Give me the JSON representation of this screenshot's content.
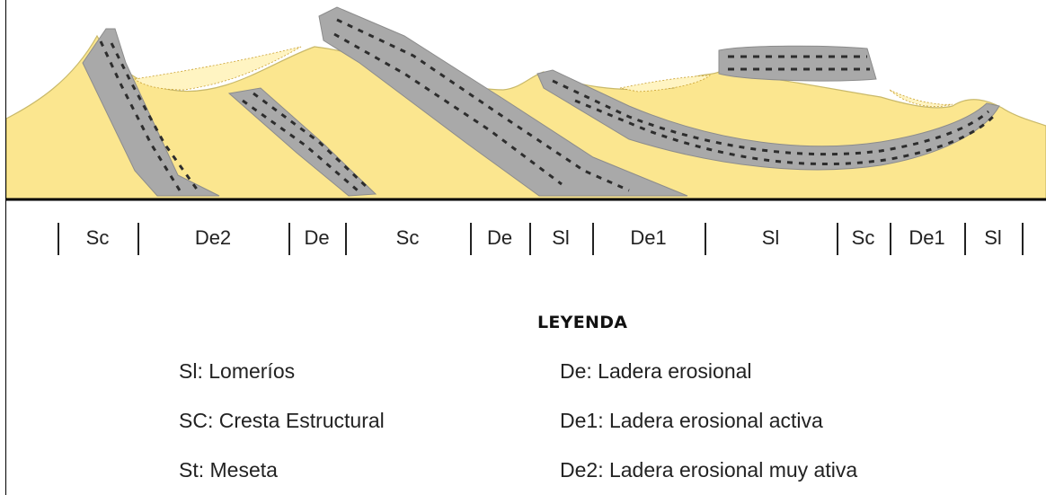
{
  "segments": [
    {
      "label": "Sc"
    },
    {
      "label": "De2"
    },
    {
      "label": "De"
    },
    {
      "label": "Sc"
    },
    {
      "label": "De"
    },
    {
      "label": "Sl"
    },
    {
      "label": "De1"
    },
    {
      "label": "Sl"
    },
    {
      "label": "Sc"
    },
    {
      "label": "De1"
    },
    {
      "label": "Sl"
    }
  ],
  "legend": {
    "title": "LEYENDA",
    "items": [
      "Sl: Lomeríos",
      "SC: Cresta Estructural",
      "St: Meseta",
      "De: Ladera erosional",
      "De1: Ladera erosional activa",
      "De2: Ladera erosional muy ativa"
    ]
  },
  "colors": {
    "terrain": "#fbe68f",
    "terrain_edge": "#c9b96a",
    "rock": "#a9a9a9",
    "rock_edge": "#8c8c8c",
    "dash": "#2d2d2d",
    "regolith": "#fff4c2"
  }
}
